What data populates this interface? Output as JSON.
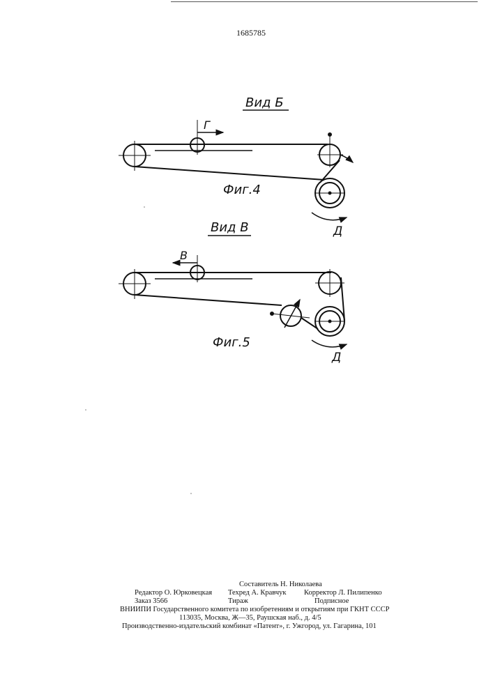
{
  "document": {
    "patent_number": "1685785",
    "figures": [
      {
        "view_label": "Вид Б",
        "caption": "Фиг.4",
        "arrow_labels": [
          "Г",
          "Д"
        ]
      },
      {
        "view_label": "Вид В",
        "caption": "Фиг.5",
        "arrow_labels": [
          "В",
          "Д"
        ]
      }
    ],
    "footer": {
      "compiler": "Составитель Н. Николаева",
      "editor": "Редактор О. Юрковецкая",
      "techred": "Техред А. Кравчук",
      "corrector": "Корректор Л. Пилипенко",
      "order": "Заказ 3566",
      "circulation": "Тираж",
      "subscription": "Подписное",
      "publisher_line1": "ВНИИПИ Государственного комитета по изобретениям и открытиям при ГКНТ СССР",
      "publisher_line2": "113035, Москва, Ж—35, Раушская наб., д. 4/5",
      "printer": "Производственно-издательский комбинат «Патент», г. Ужгород, ул. Гагарина, 101"
    }
  }
}
